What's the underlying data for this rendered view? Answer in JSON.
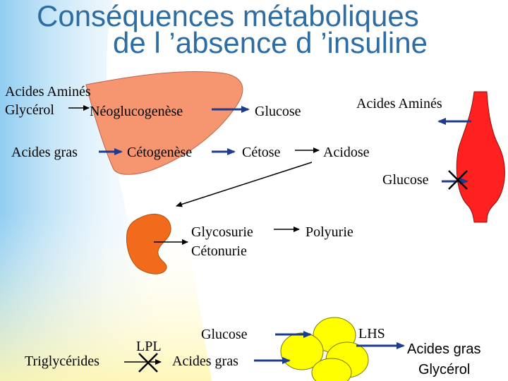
{
  "title": {
    "line1": "Conséquences métaboliques",
    "line2": "de l ’absence d ’insuline"
  },
  "labels": {
    "acides_amines_left": "Acides Aminés",
    "glycerol": "Glycérol",
    "neoglucogenese": "Néoglucogenèse",
    "glucose_top": "Glucose",
    "acides_amines_right": "Acides Aminés",
    "acides_gras_left": "Acides gras",
    "cetogenese": "Cétogenèse",
    "cetose": "Cétose",
    "acidose": "Acidose",
    "glucose_muscle": "Glucose",
    "glycosurie": "Glycosurie",
    "cetonurie": "Cétonurie",
    "polyurie": "Polyurie",
    "glucose_bottom": "Glucose",
    "lpl": "LPL",
    "lhs": "LHS",
    "triglycerides": "Triglycérides",
    "acides_gras_bottom": "Acides gras",
    "acides_gras_right": "Acides gras",
    "glycerol_right": "Glycérol"
  },
  "colors": {
    "title": "#2e6da4",
    "liver": "#f59670",
    "kidney": "#f26b1d",
    "muscle": "#ff2020",
    "adipocyte": "#ffff00",
    "arrow_blue": "#1f3c8c"
  }
}
